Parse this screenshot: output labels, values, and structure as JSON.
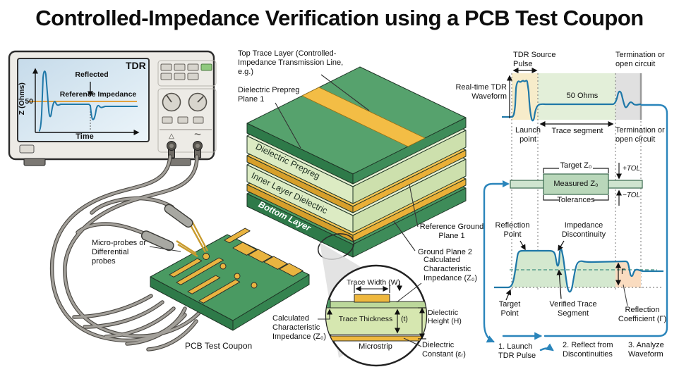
{
  "title": "Controlled-Impedance Verification using a PCB Test Coupon",
  "oscilloscope": {
    "device_label": "TDR",
    "screen": {
      "reflected": "Reflected",
      "reference_impedance": "Reference Impedance",
      "y_axis": "Z (Ohms)",
      "y_tick_50": "50",
      "x_axis": "Time"
    },
    "connector_left_symbol": "△",
    "connector_right_symbol": "~"
  },
  "probes_label": "Micro-probes or Differential probes",
  "coupon_label": "PCB Test Coupon",
  "stack": {
    "top_trace_layer": "Top Trace Layer (Controlled-Impedance Transmission Line, e.g.)",
    "dielectric_prepreg_plane1": "Dielectric Prepreg Plane 1",
    "dielectric_prepreg": "Dielectric Prepreg",
    "inner_layer_dielectric": "Inner Layer Dielectric",
    "bottom_layer": "Bottom Layer",
    "reference_ground_plane1": "Reference Ground Plane 1",
    "ground_plane2": "Ground Plane 2"
  },
  "microstrip": {
    "trace_width": "Trace Width (W)",
    "trace_thickness": "Trace Thickness",
    "thickness_symbol": "(t)",
    "dielectric_height": "Dielectric Height (H)",
    "caption": "Microstrip",
    "calc_impedance_left": "Calculated Characteristic Impedance (Z₀)",
    "calc_impedance_right": "Calculated Characteristic Impedance (Z₀)",
    "dielectric_constant": "Dielectric Constant (εᵣ)"
  },
  "tdr_top_chart": {
    "source_pulse": "TDR Source Pulse",
    "termination_top": "Termination or open circuit",
    "realtime_waveform": "Real-time TDR Waveform",
    "impedance_50": "50 Ohms",
    "launch_point": "Launch point",
    "trace_segment": "Trace segment",
    "termination_bottom": "Termination or open circuit"
  },
  "tolerance_diagram": {
    "target_z0": "Target Z₀",
    "measured_z0": "Measured Z₀",
    "tolerances": "Tolerances",
    "plus_tol": "+TOL",
    "minus_tol": "−TOL"
  },
  "tdr_bottom_chart": {
    "reflection_point": "Reflection Point",
    "impedance_discontinuity": "Impedance Discontinuity",
    "target_point": "Target Point",
    "verified_trace_segment": "Verified Trace Segment",
    "reflection_coefficient": "Reflection Coefficient (Γ)",
    "gamma": "Γ"
  },
  "steps": [
    {
      "label": "1. Launch TDR Pulse"
    },
    {
      "label": "2. Reflect from Discontinuities"
    },
    {
      "label": "3. Analyze Waveform"
    }
  ],
  "colors": {
    "waveform_blue": "#1f78a8",
    "connector_blue": "#2a85bb",
    "reference_orange": "#e2a23f",
    "pcb_green": "#4a9a62",
    "copper_gold": "#efb83e",
    "band_cream": "#f7ecca",
    "band_green": "#e3efd9",
    "band_gray": "#e0e0e0",
    "fill_peach": "#fadcc0"
  }
}
